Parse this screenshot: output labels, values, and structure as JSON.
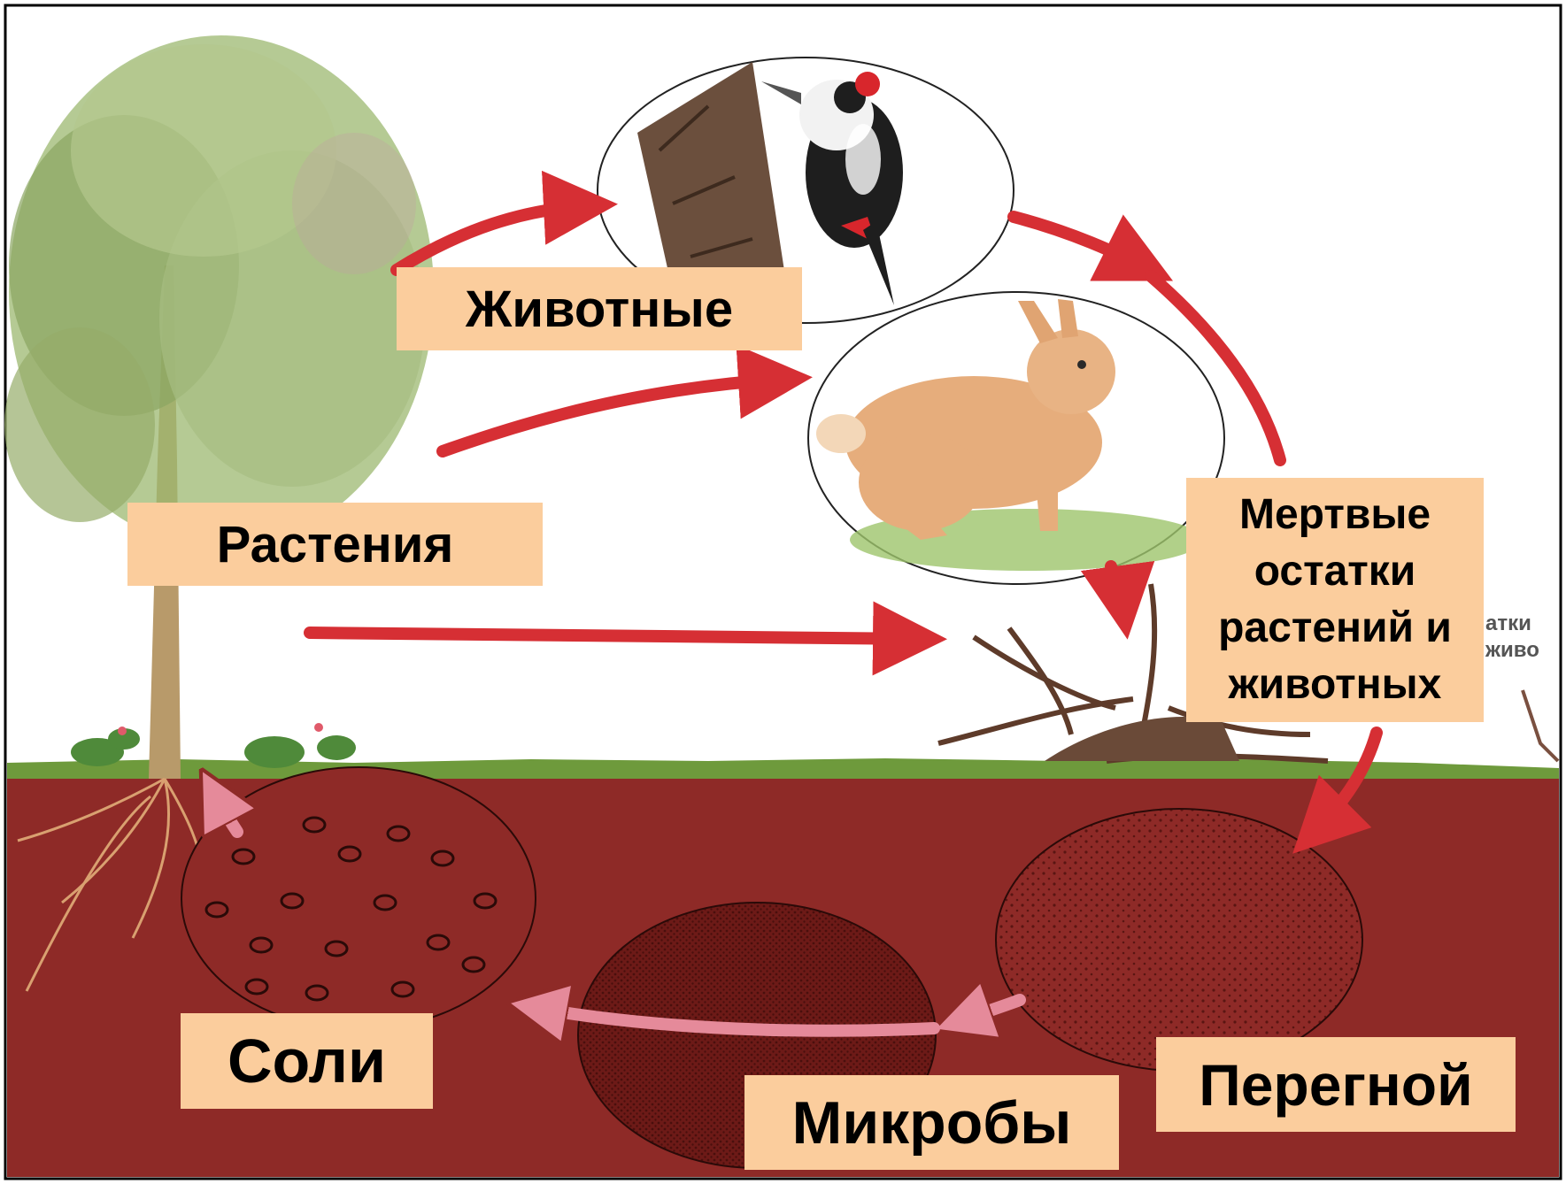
{
  "labels": {
    "animals": "Животные",
    "plants": "Растения",
    "dead_remains_lines": [
      "Мертвые",
      "остатки",
      "растений и",
      "животных"
    ],
    "salts": "Соли",
    "microbes": "Микробы",
    "humus": "Перегной"
  },
  "background_text": {
    "line1": "атки",
    "line2": "живо"
  },
  "colors": {
    "label_fill": "#fbcd9d",
    "arrow_red": "#d62f34",
    "soil_arrow_pink": "#e58a9a",
    "soil": "#8e2a27",
    "grass": "#6e9a3c"
  }
}
